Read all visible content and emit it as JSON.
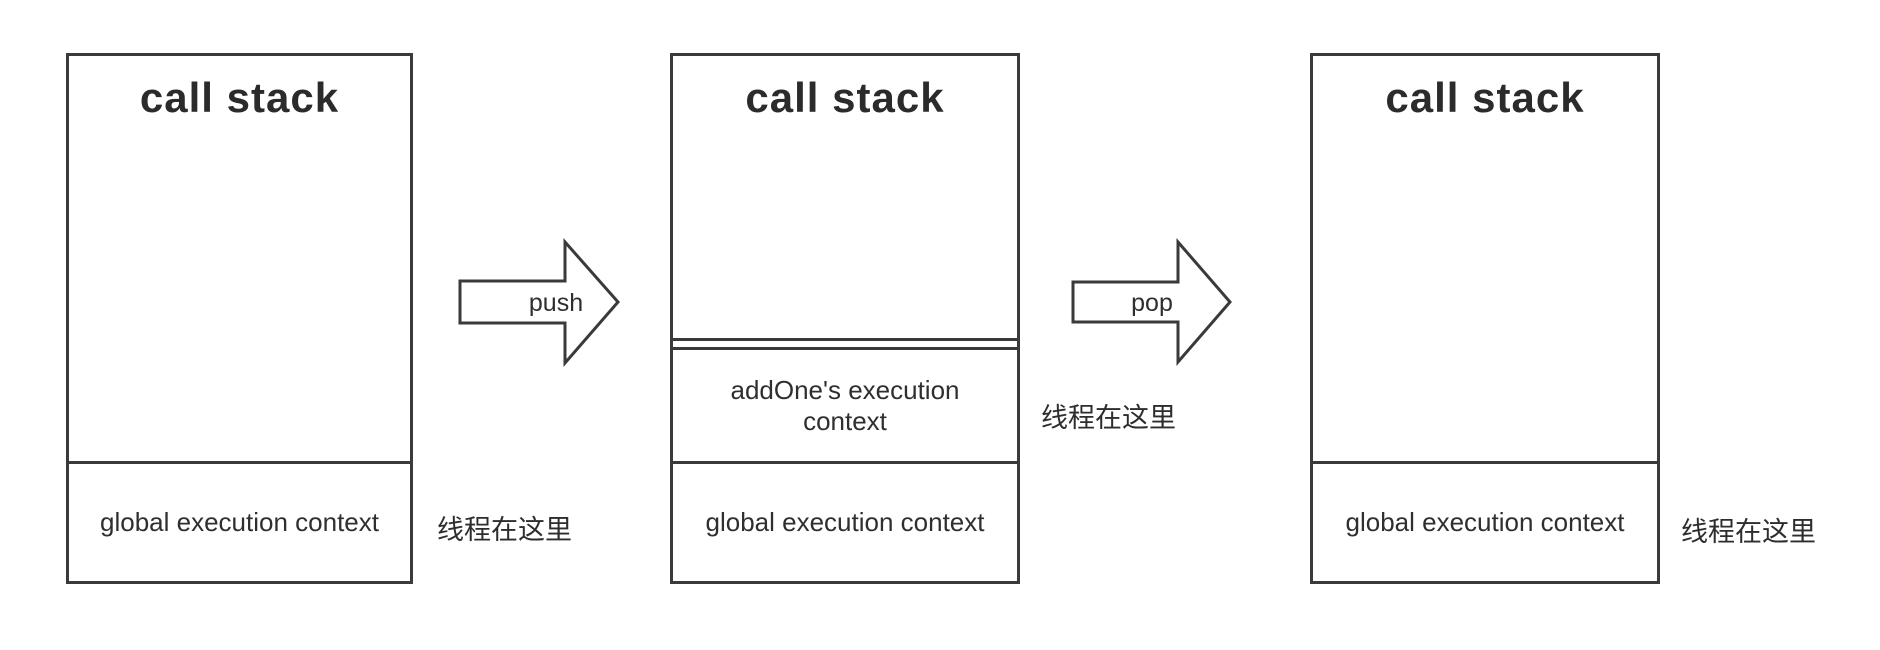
{
  "diagram": {
    "colors": {
      "line": "#3a3a3a",
      "text": "#2f2f2f",
      "background": "#ffffff"
    },
    "stacks": [
      {
        "title": "call stack",
        "frames": [
          {
            "label": "global execution context"
          }
        ],
        "thread_label": "线程在这里"
      },
      {
        "title": "call stack",
        "frames": [
          {
            "label": "addOne's execution context"
          },
          {
            "label": "global execution context"
          }
        ],
        "thread_label": "线程在这里"
      },
      {
        "title": "call stack",
        "frames": [
          {
            "label": "global execution context"
          }
        ],
        "thread_label": "线程在这里"
      }
    ],
    "arrows": [
      {
        "label": "push"
      },
      {
        "label": "pop"
      }
    ]
  }
}
